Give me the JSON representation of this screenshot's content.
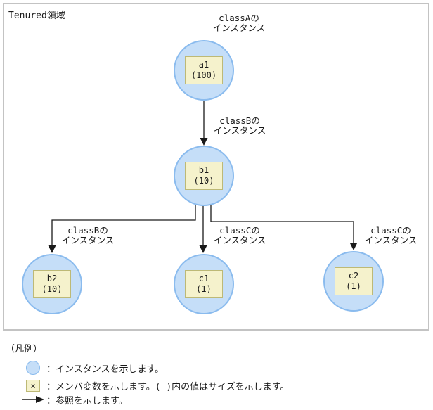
{
  "diagram": {
    "area_label": "Tenured領域",
    "nodes": [
      {
        "id": "a1",
        "name": "a1",
        "size": "(100)",
        "class_label": [
          "classAの",
          "インスタンス"
        ]
      },
      {
        "id": "b1",
        "name": "b1",
        "size": "(10)",
        "class_label": [
          "classBの",
          "インスタンス"
        ]
      },
      {
        "id": "b2",
        "name": "b2",
        "size": "(10)",
        "class_label": [
          "classBの",
          "インスタンス"
        ]
      },
      {
        "id": "c1",
        "name": "c1",
        "size": "(1)",
        "class_label": [
          "classCの",
          "インスタンス"
        ]
      },
      {
        "id": "c2",
        "name": "c2",
        "size": "(1)",
        "class_label": [
          "classCの",
          "インスタンス"
        ]
      }
    ],
    "references": [
      {
        "from": "a1",
        "to": "b1"
      },
      {
        "from": "b1",
        "to": "b2"
      },
      {
        "from": "b1",
        "to": "c1"
      },
      {
        "from": "b1",
        "to": "c2"
      }
    ]
  },
  "legend": {
    "title": "（凡例）",
    "items": [
      {
        "icon": "instance-circle-icon",
        "text": "：インスタンスを示します。"
      },
      {
        "icon": "member-variable-box-icon",
        "symbol": "x",
        "text": "：メンバ変数を示します。( )内の値はサイズを示します。"
      },
      {
        "icon": "reference-arrow-icon",
        "text": "：参照を示します。"
      }
    ]
  },
  "colors": {
    "instance_fill": "#c5def8",
    "instance_border": "#8abbee",
    "member_fill": "#f5f2cc",
    "member_border": "#bdb976",
    "arrow": "#1a1a1a",
    "area_border": "#c3c3c3"
  }
}
